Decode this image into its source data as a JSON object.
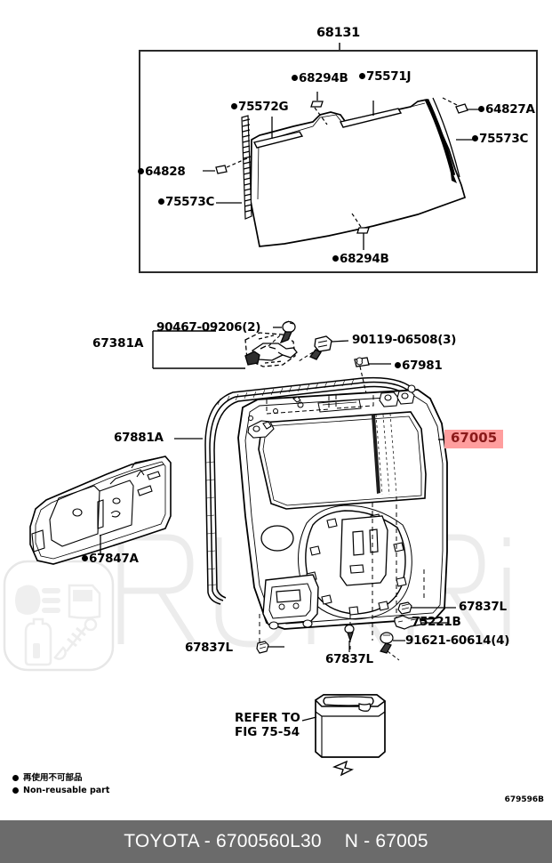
{
  "diagram": {
    "title_part": "68131",
    "diagram_code": "679596B",
    "highlight_color": "#ff9e9e",
    "highlight_text_color": "#8a1a1a"
  },
  "upper_box": {
    "top_label": "68131",
    "labels": [
      {
        "id": "u-68294b-top",
        "text": "68294B",
        "bullet": true
      },
      {
        "id": "u-75571j",
        "text": "75571J",
        "bullet": true
      },
      {
        "id": "u-75572g",
        "text": "75572G",
        "bullet": true
      },
      {
        "id": "u-64827a",
        "text": "64827A",
        "bullet": true
      },
      {
        "id": "u-75573c-r",
        "text": "75573C",
        "bullet": true
      },
      {
        "id": "u-64828",
        "text": "64828",
        "bullet": true
      },
      {
        "id": "u-75573c-l",
        "text": "75573C",
        "bullet": true
      },
      {
        "id": "u-68294b-bot",
        "text": "68294B",
        "bullet": true
      }
    ]
  },
  "lower": {
    "bracket_label": "67381A",
    "labels": [
      {
        "id": "l-90467",
        "text": "90467-09206(2)",
        "bullet": false
      },
      {
        "id": "l-90119",
        "text": "90119-06508(3)",
        "bullet": false
      },
      {
        "id": "l-67981",
        "text": "67981",
        "bullet": true
      },
      {
        "id": "l-67881a",
        "text": "67881A",
        "bullet": false
      },
      {
        "id": "l-67847a",
        "text": "67847A",
        "bullet": true
      },
      {
        "id": "l-67837l-1",
        "text": "67837L",
        "bullet": false
      },
      {
        "id": "l-67837l-2",
        "text": "67837L",
        "bullet": false
      },
      {
        "id": "l-67837l-3",
        "text": "67837L",
        "bullet": false
      },
      {
        "id": "l-75221b",
        "text": "75221B",
        "bullet": false
      },
      {
        "id": "l-91621",
        "text": "91621-60614(4)",
        "bullet": false
      }
    ],
    "highlight": {
      "id": "l-67005",
      "text": "67005"
    },
    "refer_note": "REFER TO\nFIG 75-54"
  },
  "legend": {
    "line_jp": "再使用不可部品",
    "line_en": "Non-reusable part"
  },
  "footer": {
    "brand_code": "TOYOTA - 6700560L30",
    "node_code": "N - 67005"
  }
}
